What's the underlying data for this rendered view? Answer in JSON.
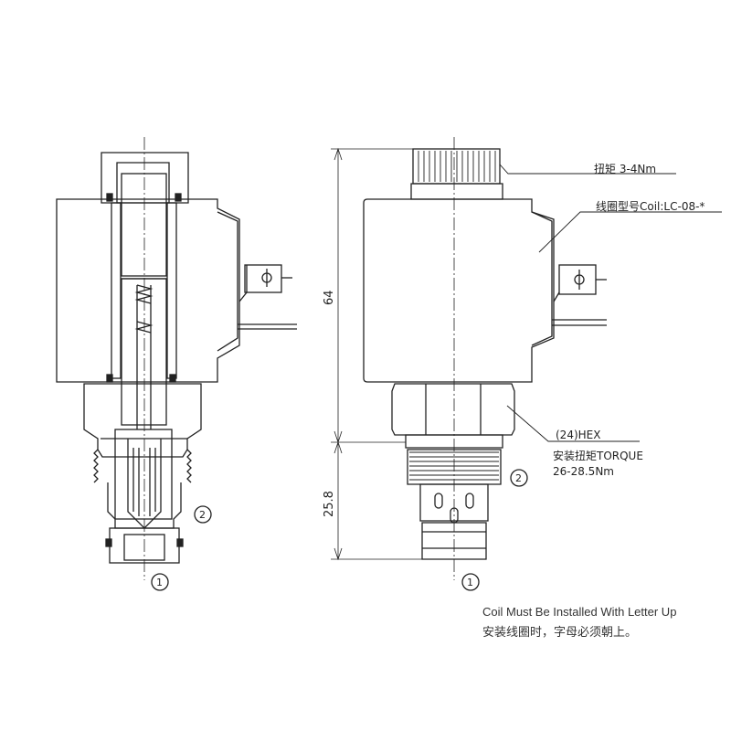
{
  "annotations": {
    "torque_coil": "扭矩 3-4Nm",
    "coil_model": "线圈型号Coil:LC-08-*",
    "hex": "(24)HEX",
    "install_torque_label": "安装扭矩TORQUE",
    "install_torque_value": "26-28.5Nm"
  },
  "dimensions": {
    "upper": "64",
    "lower": "25.8"
  },
  "ports": {
    "port1": "1",
    "port2": "2"
  },
  "notes": {
    "english": "Coil Must Be Installed With Letter Up",
    "chinese": "安装线圈时，字母必须朝上。"
  },
  "colors": {
    "line": "#222222"
  }
}
